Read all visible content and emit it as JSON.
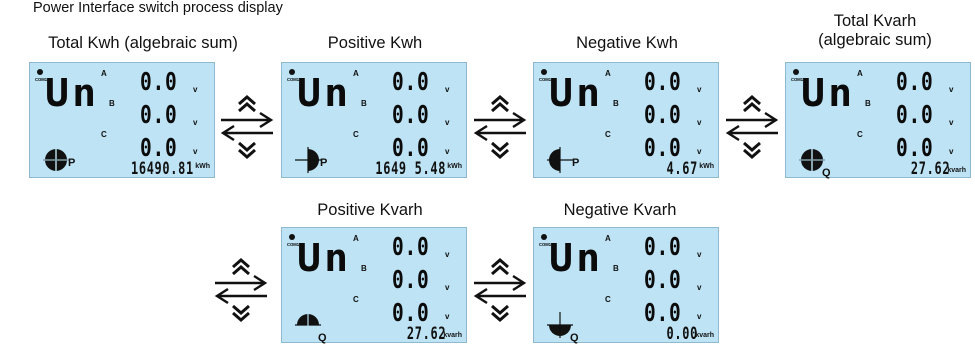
{
  "title": "Power Interface switch process display",
  "panels": [
    {
      "label": "Total Kwh (algebraic sum)",
      "energy": "16490.81",
      "unit": "kWh",
      "quadrant_symbol": "P",
      "quadrant_icon": "four-quadrant-filled-icon"
    },
    {
      "label": "Positive Kwh",
      "energy": "1649 5.48",
      "unit": "kWh",
      "quadrant_symbol": "P",
      "quadrant_icon": "positive-active-quadrant-icon"
    },
    {
      "label": "Negative Kwh",
      "energy": "4.67",
      "unit": "kWh",
      "quadrant_symbol": "P",
      "quadrant_icon": "negative-active-quadrant-icon"
    },
    {
      "label": "Total Kvarh\n(algebraic sum)",
      "energy": "27.62",
      "unit": "kvarh",
      "quadrant_symbol": "Q",
      "quadrant_icon": "four-quadrant-filled-icon"
    },
    {
      "label": "Positive Kvarh",
      "energy": "27.62",
      "unit": "kvarh",
      "quadrant_symbol": "Q",
      "quadrant_icon": "positive-reactive-quadrant-icon"
    },
    {
      "label": "Negative Kvarh",
      "energy": "0.00",
      "unit": "kvarh",
      "quadrant_symbol": "Q",
      "quadrant_icon": "negative-reactive-quadrant-icon"
    }
  ],
  "display": {
    "status": "Un",
    "com_label": "COM1",
    "phases": [
      "A",
      "B",
      "C"
    ],
    "voltage_values": [
      "0.0",
      "0.0",
      "0.0"
    ],
    "voltage_unit": "v"
  },
  "colors": {
    "lcd_background": "#bde3f5",
    "segment": "#0b0b0b",
    "arrow": "#111111"
  }
}
